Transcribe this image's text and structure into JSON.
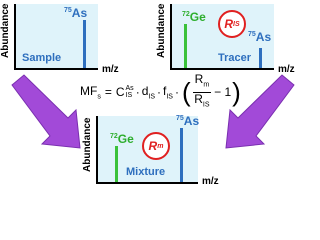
{
  "colors": {
    "panel_bg": "#dff3fa",
    "blue": "#2e6fbe",
    "green": "#3ac13a",
    "red": "#e02020",
    "arrow": "#a24ad8"
  },
  "axis": {
    "ylabel": "Abundance",
    "xlabel": "m/z"
  },
  "panels": {
    "sample": {
      "tag": "Sample",
      "as_mass": "75",
      "as_sym": "As"
    },
    "tracer": {
      "tag": "Tracer",
      "ge_mass": "72",
      "ge_sym": "Ge",
      "as_mass": "75",
      "as_sym": "As",
      "ratio_main": "R",
      "ratio_sub": "IS"
    },
    "mixture": {
      "tag": "Mixture",
      "ge_mass": "72",
      "ge_sym": "Ge",
      "as_mass": "75",
      "as_sym": "As",
      "ratio_main": "R",
      "ratio_sub": "m"
    }
  },
  "equation": {
    "lhs": "MF",
    "lhs_sub": "s",
    "c": "C",
    "c_sup": "As",
    "c_sub": "IS",
    "d": "d",
    "d_sub": "IS",
    "f": "f",
    "f_sub": "IS",
    "num": "R",
    "num_sub": "m",
    "den": "R",
    "den_sub": "IS",
    "minus_one": "− 1"
  },
  "icons": [
    "arrow-down-right-icon",
    "arrow-down-left-icon"
  ]
}
